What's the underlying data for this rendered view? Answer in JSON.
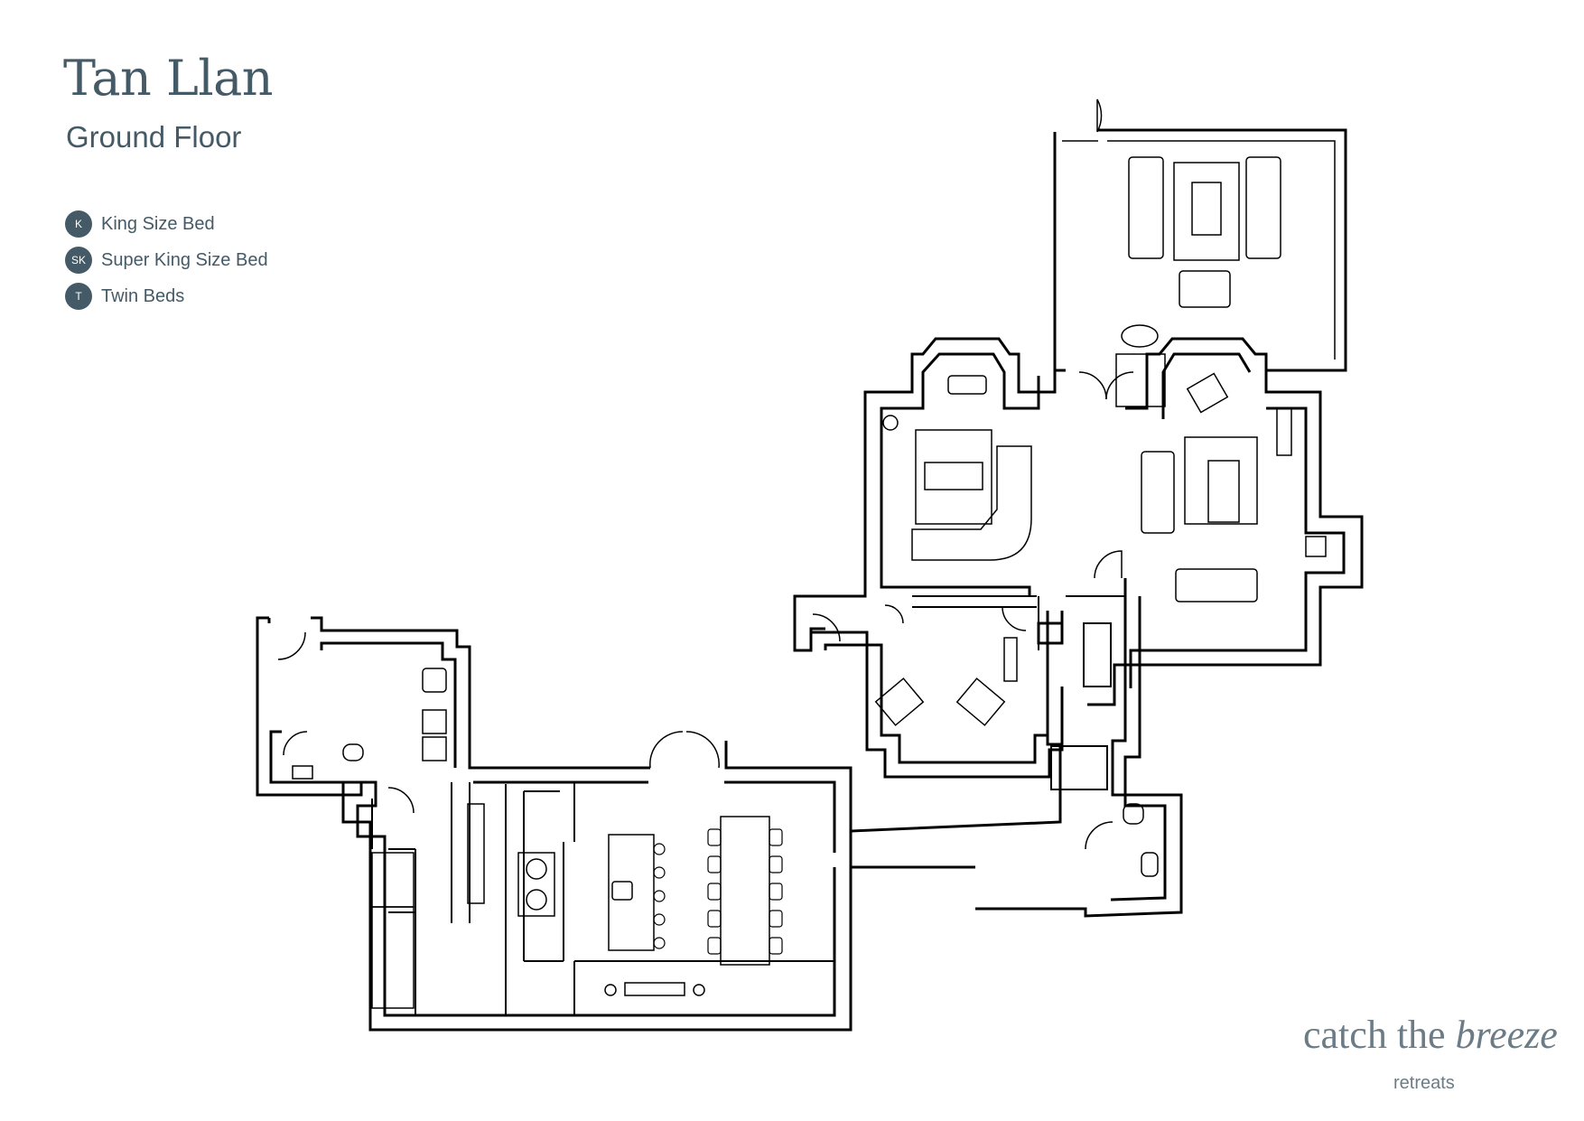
{
  "header": {
    "title": "Tan Llan",
    "subtitle": "Ground Floor"
  },
  "legend": {
    "items": [
      {
        "badge": "K",
        "label": "King Size Bed"
      },
      {
        "badge": "SK",
        "label": "Super King Size Bed"
      },
      {
        "badge": "T",
        "label": "Twin Beds"
      }
    ]
  },
  "brand": {
    "name_regular": "catch the ",
    "name_italic": "breeze",
    "tagline": "retreats"
  },
  "colors": {
    "text": "#445a66",
    "wall": "#000000",
    "brand": "#6b7c86"
  }
}
